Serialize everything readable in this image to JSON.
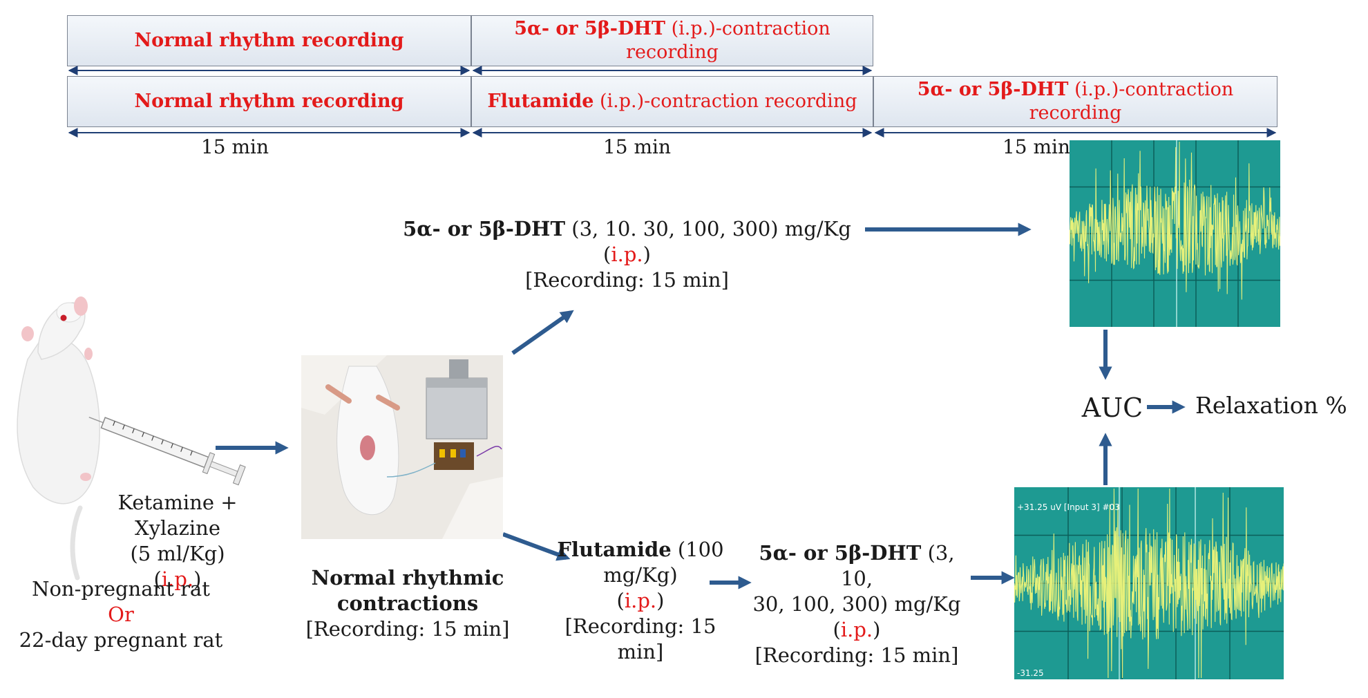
{
  "timeline": {
    "row1": {
      "box1": "Normal rhythm recording",
      "box2": {
        "dht": "5α- or 5β-DHT",
        "route": "(i.p.)",
        "rest": "-contraction",
        "line2": "recording"
      }
    },
    "row2": {
      "box1": "Normal rhythm recording",
      "box2": {
        "drug": "Flutamide",
        "route": "(i.p.)",
        "rest": "-contraction recording"
      },
      "box3": {
        "dht": "5α- or 5β-DHT",
        "route": "(i.p.)",
        "rest": "-contraction",
        "line2": "recording"
      }
    },
    "durations": [
      "15 min",
      "15 min",
      "15 min"
    ]
  },
  "rat": {
    "anesthesia_line1": "Ketamine + Xylazine",
    "anesthesia_line2": "(5 ml/Kg)",
    "route": "i.p.",
    "group1": "Non-pregnant rat",
    "or": "Or",
    "group2": "22-day pregnant rat"
  },
  "setup": {
    "title": "Normal rhythmic contractions",
    "recording": "[Recording: 15 min]"
  },
  "upper_path": {
    "drug": "5α- or 5β-DHT",
    "doses": "(3, 10. 30, 100, 300) mg/Kg",
    "route": "i.p.",
    "recording": "[Recording: 15 min]"
  },
  "lower_path": {
    "flutamide": {
      "drug": "Flutamide",
      "dose1": "(100",
      "dose2": "mg/Kg)",
      "route": "i.p.",
      "recording": "[Recording: 15 min]"
    },
    "dht": {
      "drug": "5α- or 5β-DHT",
      "dose1": "(3, 10,",
      "dose2": "30, 100, 300) mg/Kg",
      "route": "i.p.",
      "recording": "[Recording: 15 min]"
    }
  },
  "analysis": {
    "auc": "AUC",
    "result": "Relaxation %"
  },
  "oscilloscope_bottom": {
    "top_label": "+31.25 uV  [Input 3] #03",
    "bottom_label": "-31.25"
  },
  "colors": {
    "red": "#e31a1a",
    "arrow": "#2e5b8f",
    "screen": "#1e9a92",
    "signal": "#e6f07a"
  }
}
